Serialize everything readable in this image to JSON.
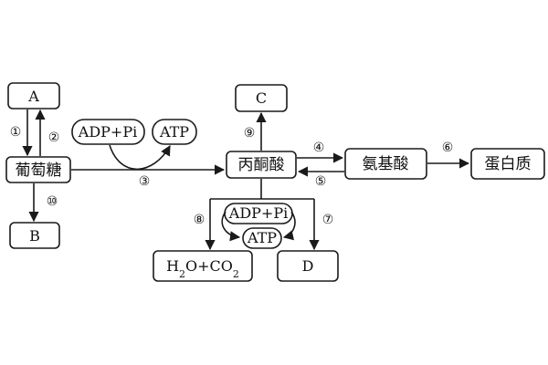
{
  "nodes": {
    "a": "A",
    "b": "B",
    "c": "C",
    "d": "D",
    "glucose": "葡萄糖",
    "pyruvate": "丙酮酸",
    "amino_acid": "氨基酸",
    "protein": "蛋白质",
    "adp_pi_top": "ADP+Pi",
    "atp_top": "ATP",
    "adp_pi_bottom": "ADP+Pi",
    "atp_bottom": "ATP",
    "h2o_co2": "H2O+CO2"
  },
  "steps": {
    "s1": "①",
    "s2": "②",
    "s3": "③",
    "s4": "④",
    "s5": "⑤",
    "s6": "⑥",
    "s7": "⑦",
    "s8": "⑧",
    "s9": "⑨",
    "s10": "⑩"
  },
  "colors": {
    "ink": "#1a1a1a",
    "background": "#ffffff"
  }
}
